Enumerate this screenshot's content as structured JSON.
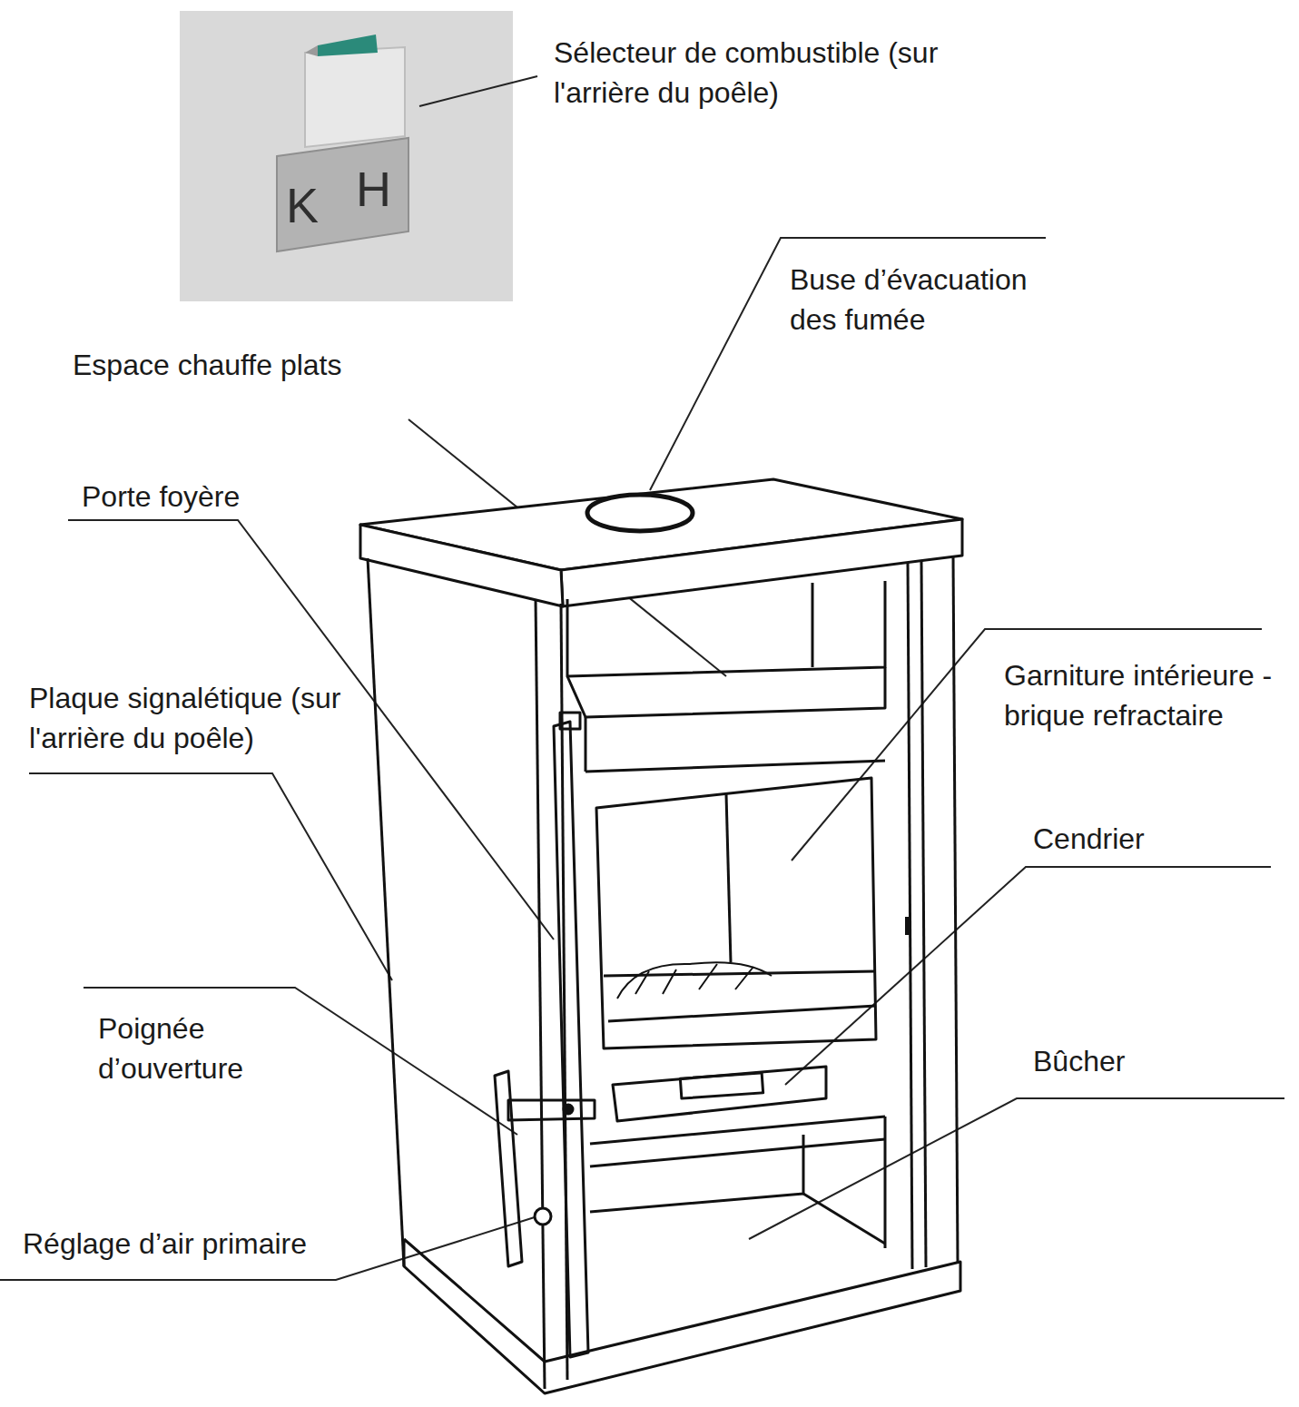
{
  "diagram": {
    "labels": [
      "Sélecteur de combustible (sur l'arrière du poêle)",
      "K",
      "H",
      "Buse d’évacuation des fumée",
      "Espace chauffe plats",
      "Porte foyère",
      "Garniture intérieure - brique refractaire",
      "Plaque signalétique (sur l'arrière du poêle)",
      "Cendrier",
      "Poignée d’ouverture",
      "Bûcher",
      "Réglage d’air primaire"
    ]
  }
}
